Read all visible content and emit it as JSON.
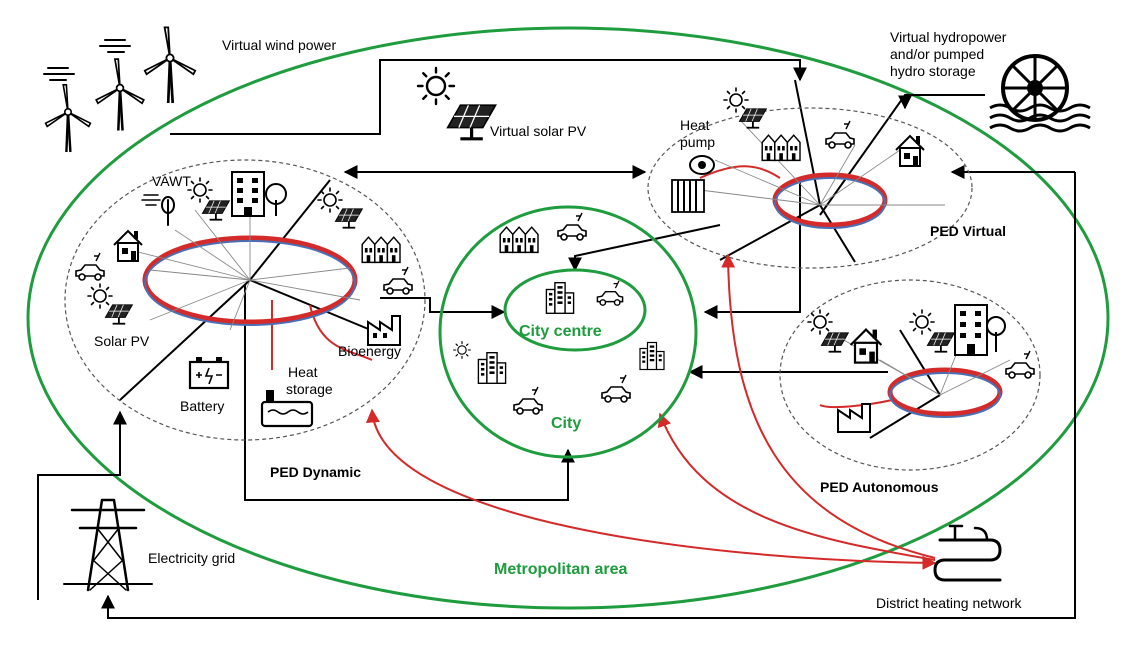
{
  "labels": {
    "virtual_wind_power": "Virtual wind power",
    "virtual_hydropower_1": "Virtual hydropower",
    "virtual_hydropower_2": "and/or pumped",
    "virtual_hydropower_3": "hydro storage",
    "virtual_solar_pv": "Virtual solar PV",
    "heat_pump_1": "Heat",
    "heat_pump_2": "pump",
    "vawt": "VAWT",
    "ped_virtual": "PED Virtual",
    "solar_pv": "Solar PV",
    "battery": "Battery",
    "heat_storage_1": "Heat",
    "heat_storage_2": "storage",
    "bioenergy": "Bioenergy",
    "ped_dynamic": "PED Dynamic",
    "city_centre": "City centre",
    "city": "City",
    "ped_autonomous": "PED Autonomous",
    "metropolitan_area": "Metropolitan area",
    "electricity_grid": "Electricity grid",
    "district_heating_network": "District heating network"
  },
  "colors": {
    "metro_green": "#1e9c3e",
    "heat_red": "#d42a2a",
    "electric_blue": "#4a6fb5",
    "line_black": "#000000"
  },
  "icons": [
    "wind-turbine-icon",
    "wind-gust-icon",
    "sun-icon",
    "solar-panel-icon",
    "hydropower-wheel-icon",
    "house-icon",
    "apartment-building-icon",
    "row-houses-icon",
    "electric-car-icon",
    "heat-pump-icon",
    "radiator-icon",
    "vawt-icon",
    "battery-icon",
    "heat-storage-tank-icon",
    "factory-icon",
    "skyscraper-icon",
    "tree-icon",
    "power-pylon-icon",
    "district-heating-pipes-icon"
  ]
}
